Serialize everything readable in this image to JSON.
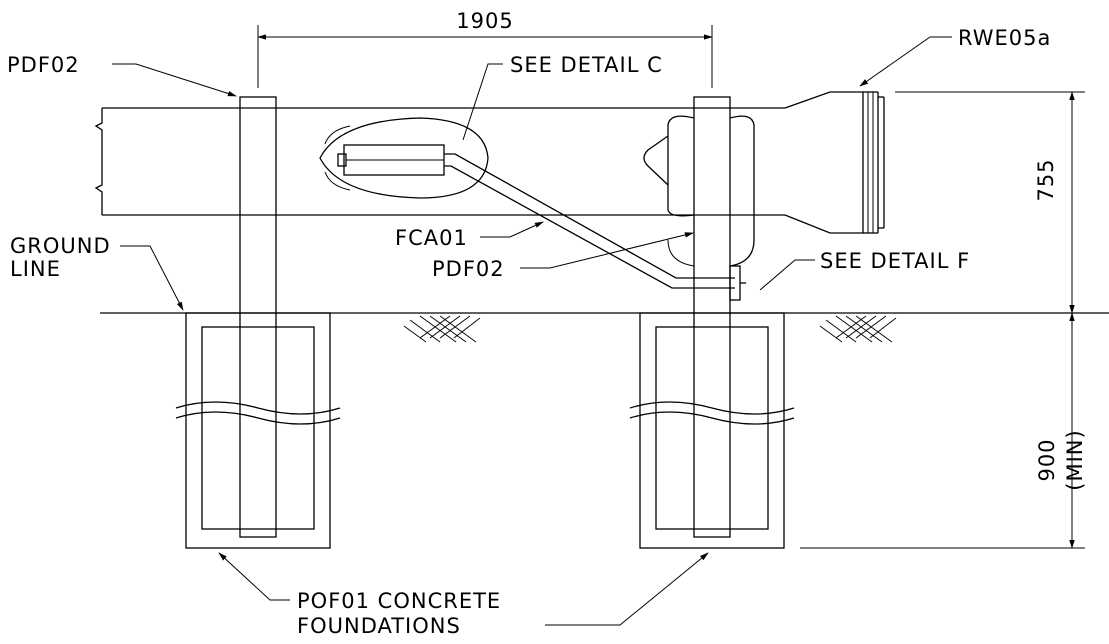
{
  "labels": {
    "dim_top": "1905",
    "pdf02_top": "PDF02",
    "see_detail_c": "SEE DETAIL C",
    "rwe05a": "RWE05a",
    "dim_755": "755",
    "ground": "GROUND",
    "line": "LINE",
    "fca01": "FCA01",
    "pdf02_mid": "PDF02",
    "see_detail_f": "SEE DETAIL F",
    "dim_900": "900",
    "min": "(MIN)",
    "pof01": "POF01 CONCRETE",
    "foundations": "FOUNDATIONS"
  }
}
